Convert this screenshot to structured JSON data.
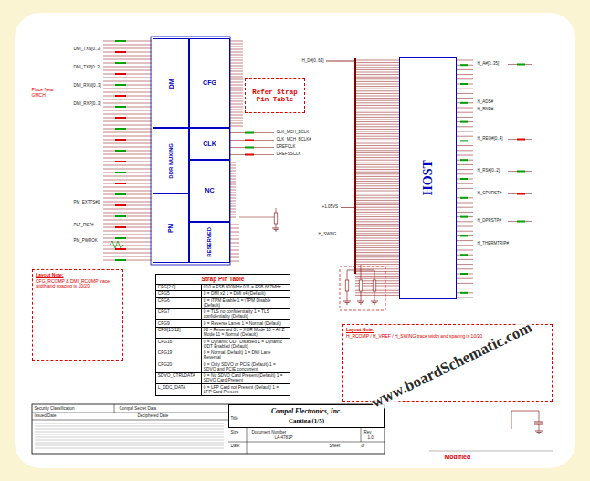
{
  "diagram": {
    "nodes": [
      {
        "text": [
          "DMI"
        ]
      },
      {
        "text": [
          "DDR MUXING"
        ]
      },
      {
        "text": [
          "PM"
        ]
      },
      {
        "text": [
          "CFG"
        ]
      },
      {
        "text": [
          "CLK"
        ]
      },
      {
        "text": [
          "NC"
        ]
      },
      {
        "text": [
          "RESERVED"
        ]
      },
      {
        "text": [
          "Refer Strap Pin Table"
        ]
      },
      {
        "text": [
          "HOST"
        ]
      },
      {
        "text": [
          "Layout Note:",
          "CFG_RCOMP & DMI_RCOMP trace width and spacing is 10/20."
        ]
      },
      {
        "text": [
          "Layout Note:",
          "H_RCOMP / H_VREF / H_SWING trace width and spacing is 10/20."
        ]
      },
      {
        "text": [
          "Strap Pin Table"
        ]
      },
      {
        "text": [
          "Compal Electronics, Inc.",
          "Cantiga (1/5)"
        ]
      }
    ],
    "labels": [
      "CFG[2:0]",
      "010 = FSB 800MHz 011 = FSB 667MHz",
      "CFG5",
      "0 = DMI x2 1 = DMI x4 (Default)",
      "CFG6",
      "0 = iTPM Enable 1 = iTPM Disable (Default)",
      "CFG7",
      "0 = TLS no confidentiality 1 = TLS confidentiality (Default)",
      "CFG9",
      "0 = Reverse Lanes 1 = Normal (Default)",
      "CFG[13:12]",
      "00 = Reserved 01 = XOR Mode 10 = All Z Mode 11 = Normal (Default)",
      "CFG16",
      "0 = Dynamic ODT Disabled 1 = Dynamic ODT Enabled (Default)",
      "CFG19",
      "0 = Normal (Default) 1 = DMI Lane Reversal",
      "CFG20",
      "0 = Only SDVO or PCIE (Default) 1 = SDVO and PCIE concurrent",
      "SDVO_CTRLDATA",
      "0 = No SDVO Card Present (Default) 1 = SDVO Card Present",
      "L_DDC_DATA",
      "0 = LFP Card not Present (Default) 1 = LFP Card Present",
      "Place Near GMCH",
      "DMI_TXN[0..3]",
      "DMI_TXP[0..3]",
      "DMI_RXN[0..3]",
      "DMI_RXP[0..3]",
      "PM_EXTTS#0",
      "PLT_RST#",
      "PM_PWROK",
      "CLK_MCH_BCLK",
      "CLK_MCH_BCLK#",
      "DREFCLK",
      "DREFSSCLK",
      "H_D#[0..63]",
      "H_A#[3..35]",
      "H_ADS#",
      "H_BNR#",
      "H_REQ#[0..4]",
      "H_RS#[0..2]",
      "H_CPURST#",
      "H_DPRSTP#",
      "H_THERMTRIP#",
      "+1.05VS",
      "H_SWNG",
      "Security Classification",
      "Compal Secret Data",
      "Issued Date",
      "Deciphered Date",
      "Title",
      "Size",
      "Document Number",
      "Rev",
      "LA-4781P",
      "1.0",
      "Date:",
      "Sheet",
      "of",
      "Modified",
      "www.boardSchematic.com"
    ]
  }
}
